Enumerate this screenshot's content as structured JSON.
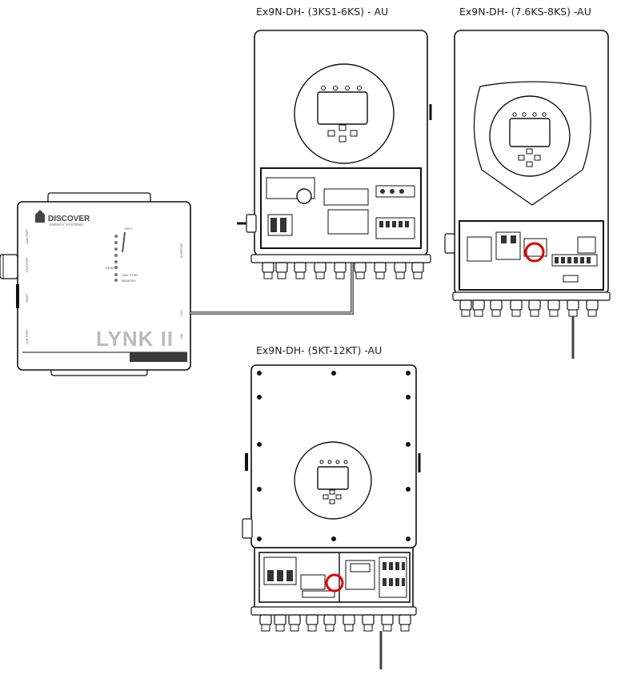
{
  "titles": {
    "inverter_a": "Ex9N-DH- (3KS1-6KS) - AU",
    "inverter_b": "Ex9N-DH- (7.6KS-8KS) -AU",
    "inverter_c": "Ex9N-DH- (5KT-12KT) -AU"
  },
  "lynk": {
    "brand": "DISCOVER",
    "brand_sub": "ENERGY SYSTEMS",
    "product": "LYNK II",
    "led_labels": {
      "info": "INFO",
      "reset": "RESET",
      "link_port": "LINK PORT",
      "memory": "MEMORY"
    },
    "port_labels": {
      "left_1": "LINK PORT",
      "left_2": "LINK PORT",
      "left_3": "RESET",
      "left_4": "LINK PORT",
      "right_1": "INVERTER",
      "right_2": "CAN",
      "right_3": "USB"
    }
  },
  "colors": {
    "line": "#111111",
    "highlight": "#e00000",
    "cable": "#555555",
    "panel": "#3a3a3a"
  }
}
